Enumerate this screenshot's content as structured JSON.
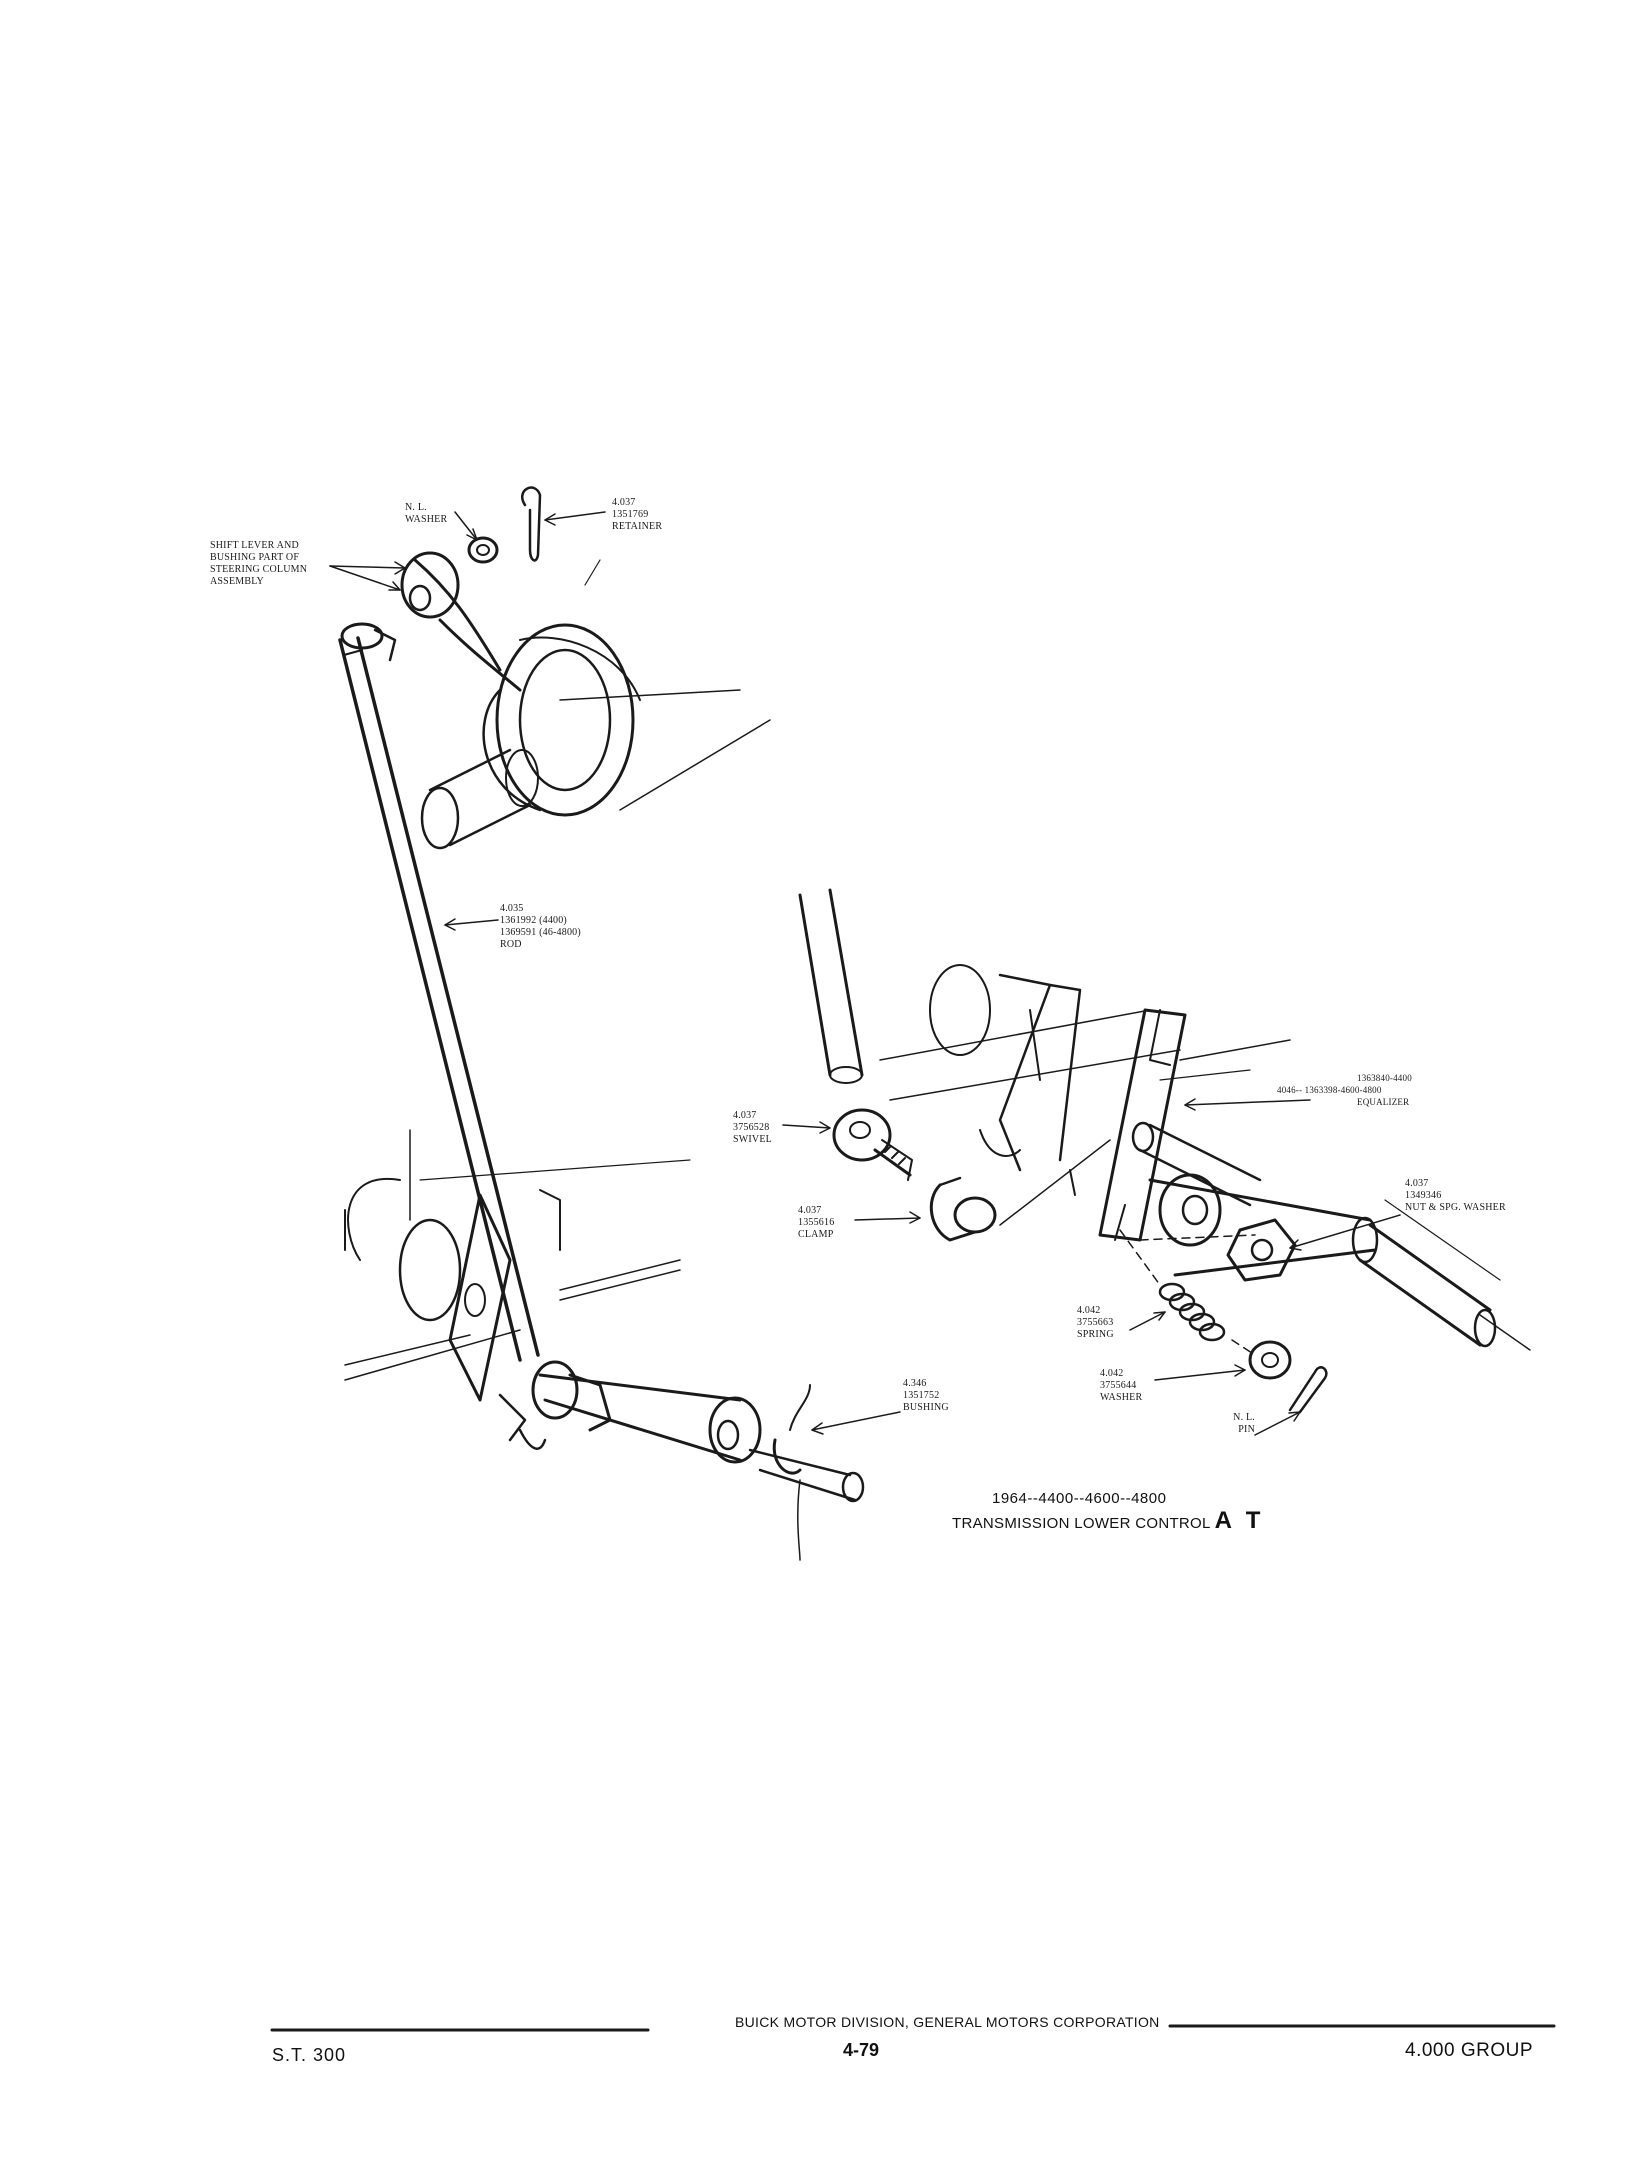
{
  "labels": {
    "nl_washer": [
      "N. L.",
      "WASHER"
    ],
    "retainer": [
      "4.037",
      "1351769",
      "RETAINER"
    ],
    "shift_lever": [
      "SHIFT LEVER AND",
      "BUSHING PART OF",
      "STEERING COLUMN",
      "ASSEMBLY"
    ],
    "rod": [
      "4.035",
      "1361992 (4400)",
      "1369591 (46-4800)",
      "ROD"
    ],
    "equalizer": [
      "1363840-4400",
      "4046-- 1363398-4600-4800",
      "EQUALIZER"
    ],
    "swivel": [
      "4.037",
      "3756528",
      "SWIVEL"
    ],
    "clamp": [
      "4.037",
      "1355616",
      "CLAMP"
    ],
    "nut_washer": [
      "4.037",
      "1349346",
      "NUT & SPG. WASHER"
    ],
    "spring": [
      "4.042",
      "3755663",
      "SPRING"
    ],
    "washer": [
      "4.042",
      "3755644",
      "WASHER"
    ],
    "nl_pin": [
      "N. L.",
      "PIN"
    ],
    "bushing": [
      "4.346",
      "1351752",
      "BUSHING"
    ]
  },
  "caption": {
    "line1": "1964--4400--4600--4800",
    "line2_text": "TRANSMISSION LOWER CONTROL",
    "line2_suffix": "A T"
  },
  "footer": {
    "publisher": "BUICK MOTOR DIVISION, GENERAL MOTORS CORPORATION",
    "left": "S.T. 300",
    "page": "4-79",
    "right": "4.000 GROUP"
  }
}
